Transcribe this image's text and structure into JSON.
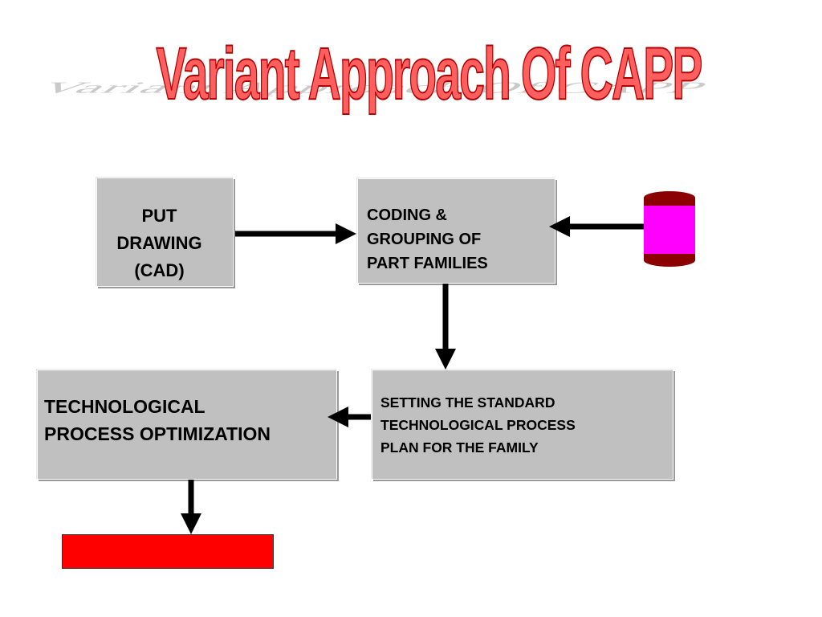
{
  "title": "Variant Approach Of CAPP",
  "boxes": {
    "cad": "PUT\nDRAWING\n(CAD)",
    "coding": "CODING &\nGROUPING OF\nPART FAMILIES",
    "setting": "SETTING THE STANDARD\nTECHNOLOGICAL PROCESS\nPLAN FOR THE FAMILY",
    "tech": "TECHNOLOGICAL\nPROCESS OPTIMIZATION"
  },
  "colors": {
    "title_fill": "#ff5f5f",
    "box_fill": "#c0c0c0",
    "database_body": "#ff00ff",
    "database_cap": "#8b0000",
    "output_fill": "#ff0000"
  }
}
